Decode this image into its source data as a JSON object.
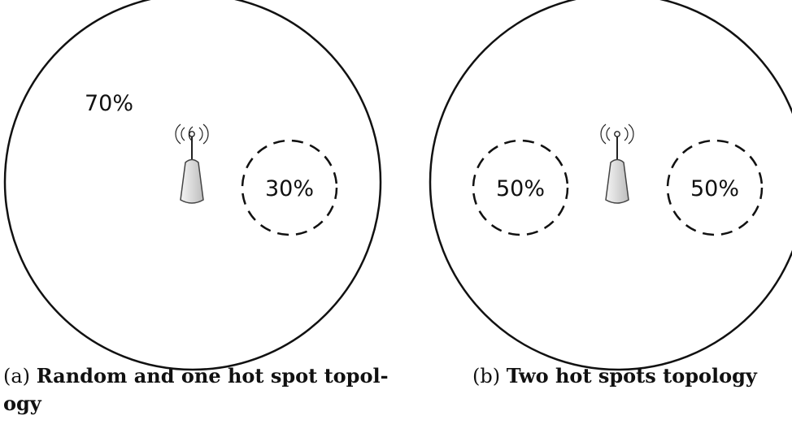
{
  "panel_a": {
    "outer_label": "70%",
    "hotspot_label": "30%",
    "caption_tag": "(a)",
    "caption_title_line1": "Random and one hot spot topol-",
    "caption_title_line2": "ogy"
  },
  "panel_b": {
    "left_hotspot_label": "50%",
    "right_hotspot_label": "50%",
    "caption_tag": "(b)",
    "caption_title": "Two hot spots topology"
  },
  "colors": {
    "stroke": "#111111",
    "antenna_fill": "#e6e6e6"
  },
  "icons": {
    "base_station": "antenna-icon"
  }
}
